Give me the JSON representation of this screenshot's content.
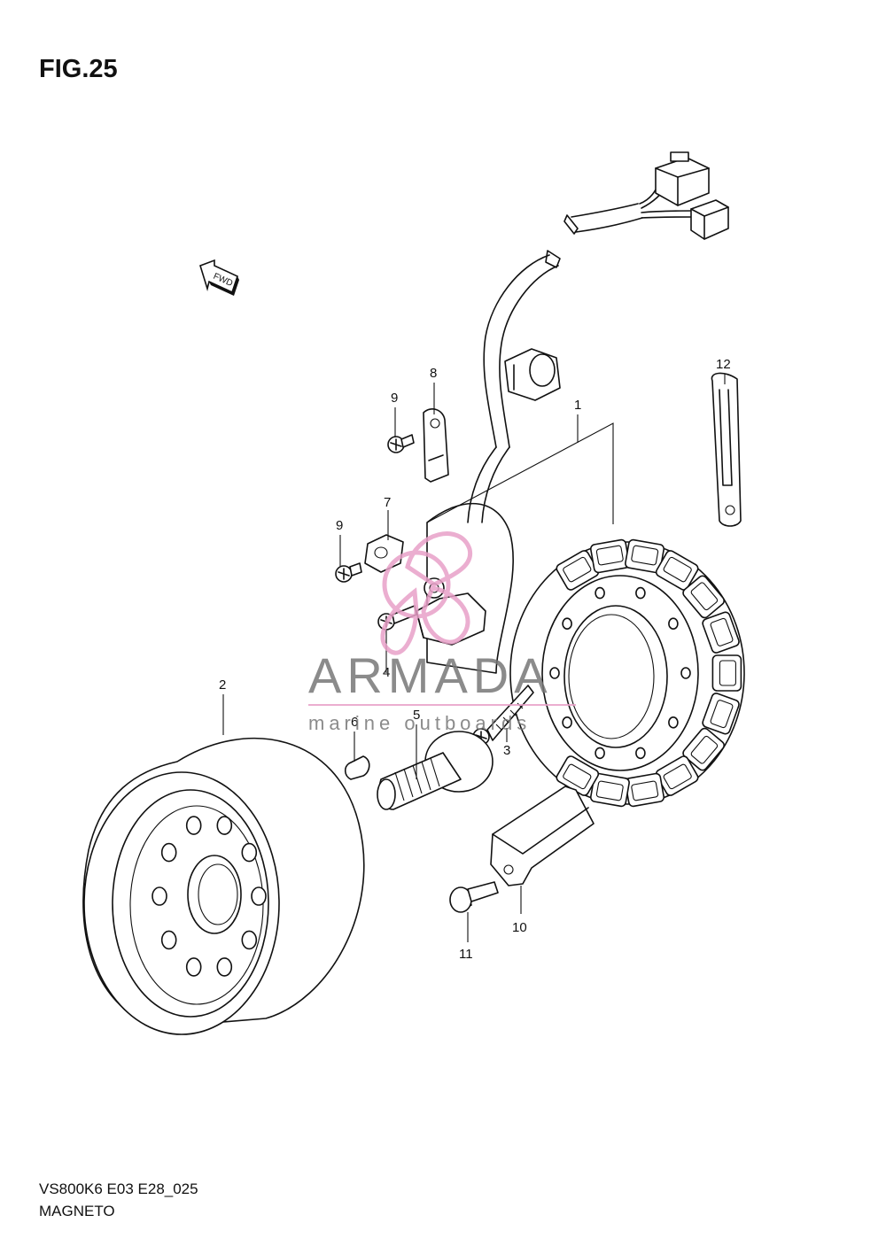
{
  "figure": {
    "title": "FIG.25",
    "model_code": "VS800K6 E03 E28_025",
    "section_name": "MAGNETO",
    "direction_marker": "FWD"
  },
  "watermark": {
    "brand": "ARMADA",
    "tagline": "marine outboards",
    "brand_color": "#777777",
    "logo_color": "#e8a0c8"
  },
  "parts": [
    {
      "ref": "1",
      "name": "stator-coil-assembly"
    },
    {
      "ref": "2",
      "name": "flywheel-rotor"
    },
    {
      "ref": "3",
      "name": "stator-bolt"
    },
    {
      "ref": "4",
      "name": "screw"
    },
    {
      "ref": "5",
      "name": "rotor-bolt"
    },
    {
      "ref": "6",
      "name": "woodruff-key"
    },
    {
      "ref": "7",
      "name": "clamp"
    },
    {
      "ref": "8",
      "name": "lead-wire-clamp"
    },
    {
      "ref": "9",
      "name": "screw"
    },
    {
      "ref": "10",
      "name": "cover-plate"
    },
    {
      "ref": "11",
      "name": "bolt"
    },
    {
      "ref": "12",
      "name": "wire-clamp"
    }
  ],
  "callouts": {
    "c1": "1",
    "c2": "2",
    "c3": "3",
    "c4": "4",
    "c5": "5",
    "c6": "6",
    "c7": "7",
    "c8": "8",
    "c9a": "9",
    "c9b": "9",
    "c10": "10",
    "c11": "11",
    "c12": "12"
  }
}
